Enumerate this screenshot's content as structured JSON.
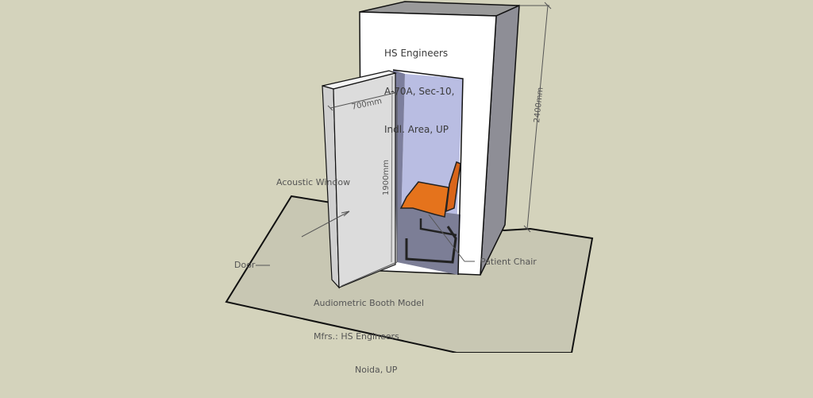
{
  "diagram": {
    "type": "3d-model-view",
    "background_color": "#d4d3bc",
    "objects": {
      "floor_plate": {
        "color": "#c8c7b3"
      },
      "booth_body": {
        "front_color": "#ffffff",
        "side_color": "#8c8c94",
        "top_color": "#e8e8e8"
      },
      "booth_interior": {
        "color": "#b8bce0"
      },
      "door": {
        "color": "#dcdcdc"
      },
      "chair": {
        "seat_color": "#e8731e",
        "frame_color": "#3a3a3a"
      }
    },
    "labels": {
      "booth_front_text": [
        "HS Engineers",
        "A-70A, Sec-10,",
        "Indl. Area, UP"
      ],
      "acoustic_window": "Acoustic Window",
      "door": "Door",
      "patient_chair": "Patient Chair",
      "model_text": [
        "Audiometric Booth Model",
        "Mfrs.: HS Engineers",
        "Noida, UP"
      ]
    },
    "dimensions": {
      "height": "2400mm",
      "door_width": "700mm",
      "door_height": "1900mm"
    }
  }
}
